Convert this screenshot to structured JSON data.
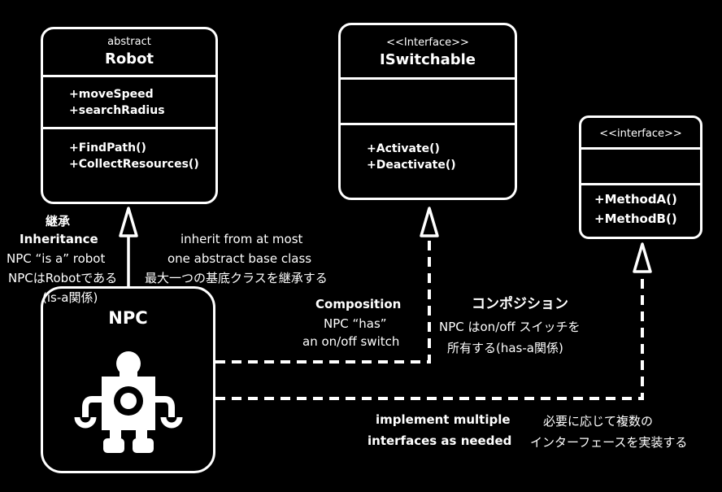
{
  "robot": {
    "stereotype": "abstract",
    "name": "Robot",
    "attributes": [
      "+moveSpeed",
      "+searchRadius"
    ],
    "methods": [
      "+FindPath()",
      "+CollectResources()"
    ]
  },
  "iswitchable": {
    "stereotype": "<<Interface>>",
    "name": "ISwitchable",
    "methods": [
      "+Activate()",
      "+Deactivate()"
    ]
  },
  "iface": {
    "stereotype": "<<interface>>",
    "methods": [
      "+MethodA()",
      "+MethodB()"
    ]
  },
  "npc": {
    "name": "NPC"
  },
  "inheritance": {
    "jp_title": "継承",
    "en_title": "Inheritance",
    "en_desc": "NPC “is a” robot",
    "jp_desc_1": "NPCはRobotである",
    "jp_desc_2": "(is-a関係)"
  },
  "inherit_note": {
    "line1": "inherit from at most",
    "line2": "one abstract base class",
    "line3": "最大一つの基底クラスを継承する"
  },
  "composition": {
    "title": "Composition",
    "line1": "NPC “has”",
    "line2": "an on/off switch",
    "jp_title": "コンポジション",
    "jp_line1": "NPC はon/off スイッチを",
    "jp_line2": "所有する(has-a関係)"
  },
  "implement": {
    "line1": "implement multiple",
    "line2": "interfaces as needed",
    "jp_line1": "必要に応じて複数の",
    "jp_line2": "インターフェースを実装する"
  }
}
